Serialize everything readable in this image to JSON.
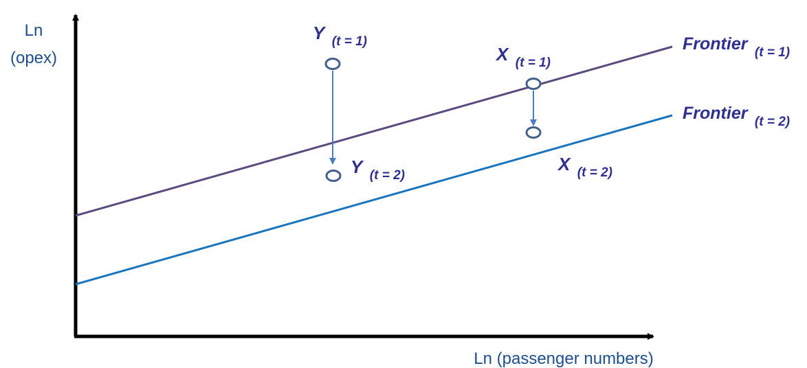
{
  "diagram": {
    "y_axis_label": {
      "line1": "Ln",
      "line2": "(opex)"
    },
    "x_axis_label": "Ln (passenger numbers)",
    "frontiers": [
      {
        "name": "Frontier",
        "subscript": "(t = 1)",
        "color": "#5b4a7e"
      },
      {
        "name": "Frontier",
        "subscript": "(t = 2)",
        "color": "#1a75bc"
      }
    ],
    "points": {
      "y1": {
        "letter": "Y",
        "subscript": "(t = 1)"
      },
      "y2": {
        "letter": "Y",
        "subscript": "(t = 2)"
      },
      "x1": {
        "letter": "X",
        "subscript": "(t = 1)"
      },
      "x2": {
        "letter": "X",
        "subscript": "(t = 2)"
      }
    },
    "colors": {
      "axis": "#000000",
      "text": "#2e2f8f",
      "axis_text": "#1f4e8c",
      "marker": "#44608a",
      "arrow": "#4a7dbf"
    }
  }
}
